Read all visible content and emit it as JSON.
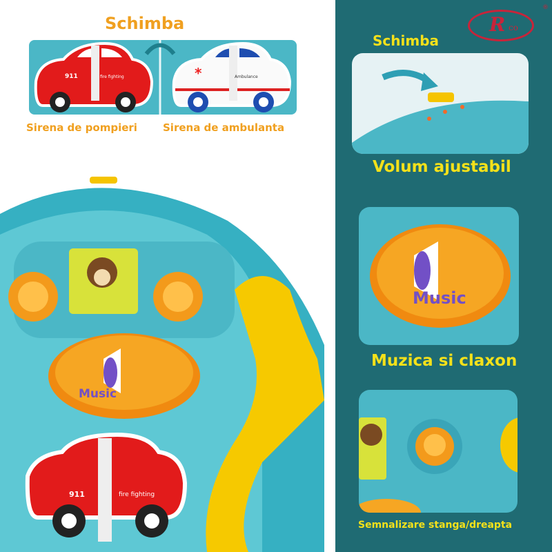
{
  "logo": {
    "text": "R",
    "suffix": "co",
    "mark": "®"
  },
  "left": {
    "switch_title": "Schimba",
    "fire_label": "Sirena de pompieri",
    "ambulance_label": "Sirena de ambulanta",
    "fire_car": {
      "number": "911",
      "text": "fire fighting"
    },
    "ambulance_car": {
      "text": "Ambulance"
    },
    "music_button": "Music",
    "bottom_car": {
      "number": "911",
      "text": "fire fighting"
    }
  },
  "right": {
    "switch_title": "Schimba",
    "volume_label": "Volum ajustabil",
    "music_label": "Muzica si claxon",
    "music_button": "Music",
    "signal_label": "Semnalizare stanga/dreapta"
  },
  "colors": {
    "panel": "#1f6b73",
    "orange": "#f0a020",
    "yellow": "#f4e11a",
    "teal": "#4bb7c6"
  }
}
